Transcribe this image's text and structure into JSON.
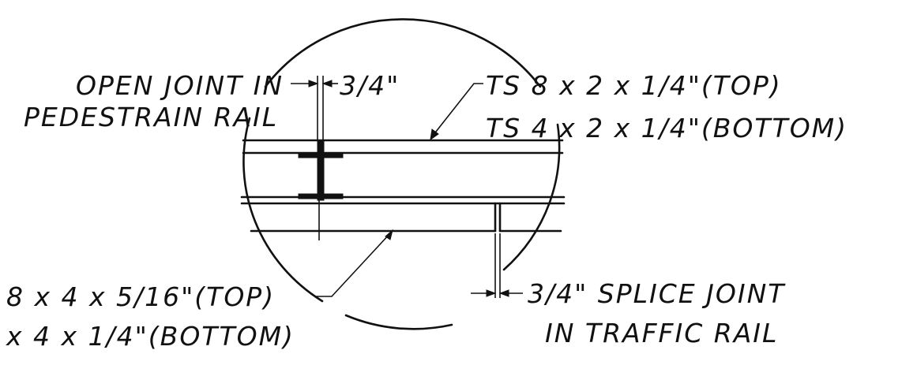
{
  "labels": {
    "open_joint_line1": "OPEN JOINT IN",
    "open_joint_line2": "PEDESTRAIN RAIL",
    "open_joint_dim": "3/4\"",
    "ts_top": "TS 8 x 2 x 1/4\"(TOP)",
    "ts_bottom": "TS 4 x 2 x 1/4\"(BOTTOM)",
    "tube_top": "8 x 4 x 5/16\"(TOP)",
    "tube_bottom": "x 4 x 1/4\"(BOTTOM)",
    "splice_line1": "3/4\" SPLICE JOINT",
    "splice_line2": "IN TRAFFIC RAIL"
  }
}
